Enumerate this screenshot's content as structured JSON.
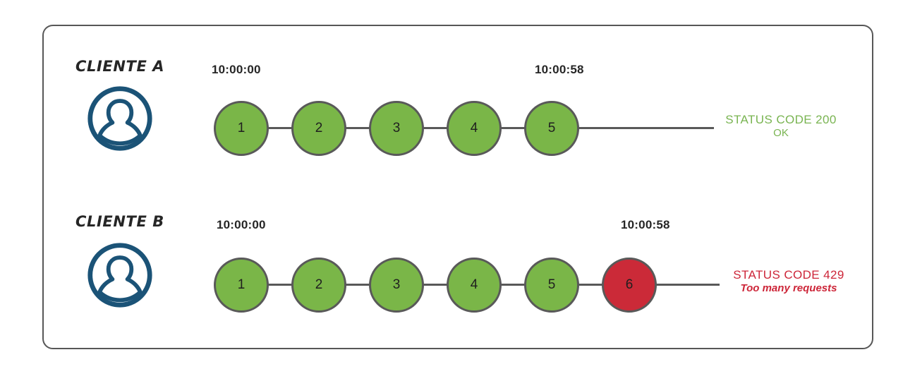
{
  "diagram": {
    "title_present": false,
    "colors": {
      "node_ok": "#7ab648",
      "node_error": "#cb2a38",
      "node_border": "#595959",
      "connector": "#595959",
      "frame_border": "#575757",
      "avatar": "#1b5377",
      "status_ok_text": "#79b451",
      "status_error_text": "#cd2639",
      "label_text": "#262626"
    },
    "rows": [
      {
        "id": "client-a",
        "client_label": "CLIENTE A",
        "avatar_icon": "user-avatar-icon",
        "time_start": "10:00:00",
        "time_end": "10:00:58",
        "nodes": [
          {
            "label": "1",
            "state": "ok"
          },
          {
            "label": "2",
            "state": "ok"
          },
          {
            "label": "3",
            "state": "ok"
          },
          {
            "label": "4",
            "state": "ok"
          },
          {
            "label": "5",
            "state": "ok"
          }
        ],
        "status": {
          "code": "STATUS CODE 200",
          "message": "OK",
          "state": "ok"
        }
      },
      {
        "id": "client-b",
        "client_label": "CLIENTE B",
        "avatar_icon": "user-avatar-icon",
        "time_start": "10:00:00",
        "time_end": "10:00:58",
        "nodes": [
          {
            "label": "1",
            "state": "ok"
          },
          {
            "label": "2",
            "state": "ok"
          },
          {
            "label": "3",
            "state": "ok"
          },
          {
            "label": "4",
            "state": "ok"
          },
          {
            "label": "5",
            "state": "ok"
          },
          {
            "label": "6",
            "state": "error"
          }
        ],
        "status": {
          "code": "STATUS CODE 429",
          "message": "Too many requests",
          "state": "error"
        }
      }
    ]
  }
}
